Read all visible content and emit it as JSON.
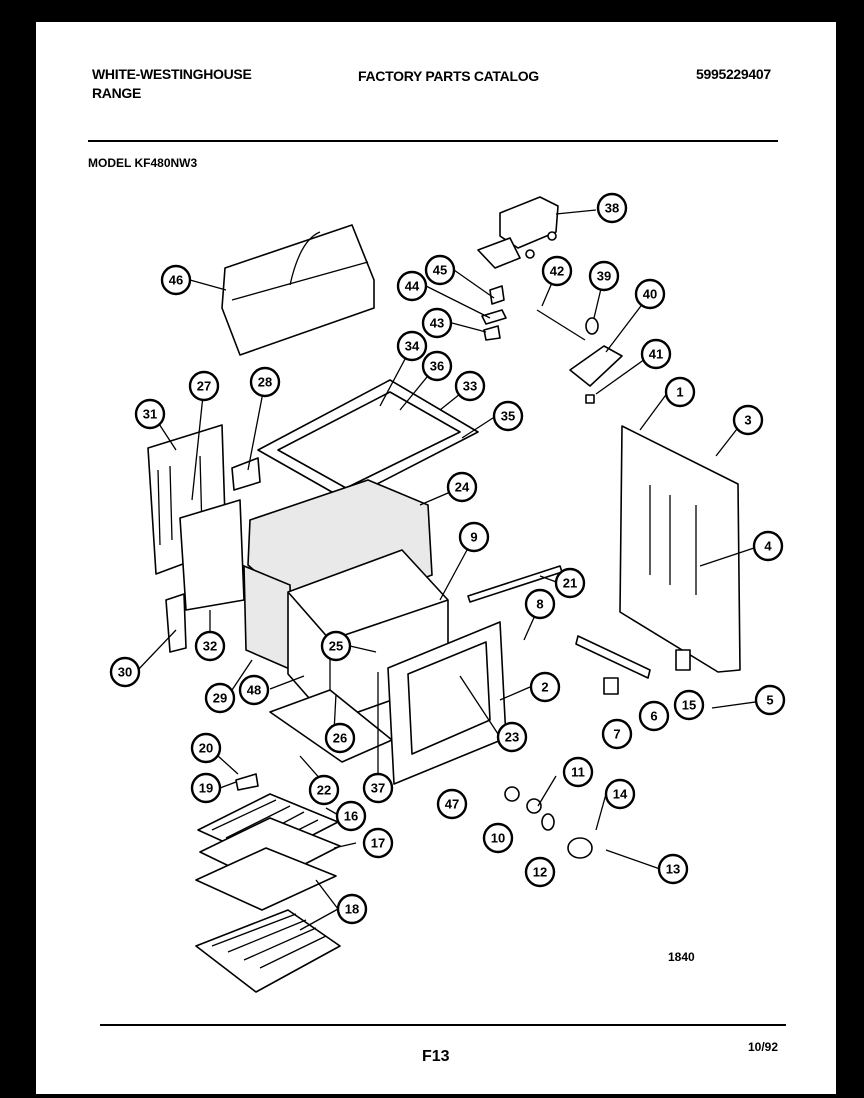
{
  "header": {
    "brand": "WHITE-WESTINGHOUSE",
    "product": "RANGE",
    "title": "FACTORY PARTS CATALOG",
    "catalog_number": "5995229407",
    "model_label": "MODEL",
    "model": "KF480NW3"
  },
  "callouts": [
    "46",
    "38",
    "45",
    "44",
    "43",
    "42",
    "39",
    "40",
    "41",
    "34",
    "36",
    "33",
    "35",
    "31",
    "27",
    "28",
    "24",
    "1",
    "3",
    "4",
    "9",
    "21",
    "8",
    "25",
    "2",
    "23",
    "5",
    "15",
    "6",
    "7",
    "30",
    "32",
    "29",
    "48",
    "26",
    "22",
    "37",
    "47",
    "20",
    "19",
    "16",
    "17",
    "18",
    "10",
    "11",
    "12",
    "13",
    "14"
  ],
  "footer": {
    "figure_code": "1840",
    "page": "F13",
    "date": "10/92"
  }
}
